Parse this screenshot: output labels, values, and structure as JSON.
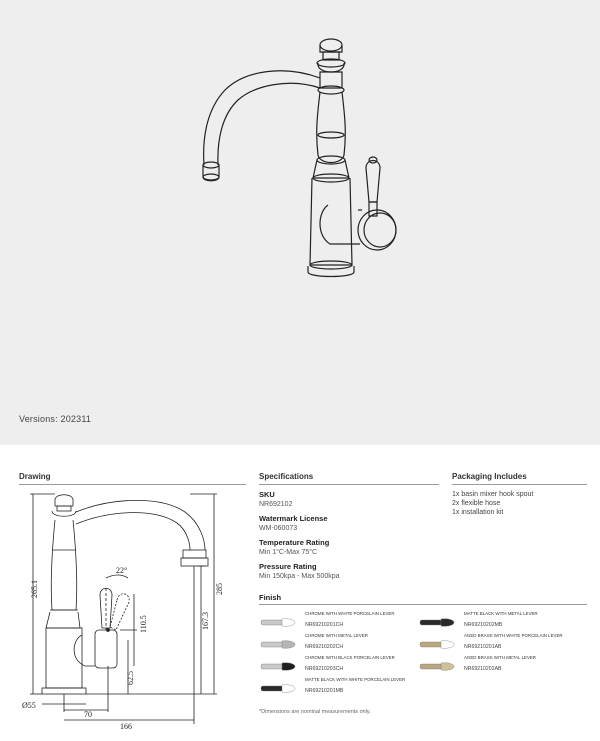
{
  "version_text": "Versions: 202311",
  "sections": {
    "drawing": "Drawing",
    "specifications": "Specifications",
    "packaging": "Packaging Includes",
    "finish": "Finish"
  },
  "specs": [
    {
      "label": "SKU",
      "value": "NR692102"
    },
    {
      "label": "Watermark License",
      "value": "WM-060073"
    },
    {
      "label": "Temperature Rating",
      "value": "Min 1°C-Max 75°C"
    },
    {
      "label": "Pressure Rating",
      "value": "Min 150kpa - Max 500kpa"
    }
  ],
  "packaging": [
    "1x basin mixer hook spout",
    "2x flexible hose",
    "1x installation kit"
  ],
  "finishes": [
    {
      "name": "CHROME WITH WHITE PORCELAIN LEVER",
      "code": "NR69210201CH",
      "body_color": "#c9c9c9",
      "lever_color": "#ffffff"
    },
    {
      "name": "MATTE BLACK WITH METAL LEVER",
      "code": "NR69210202MB",
      "body_color": "#2a2a2a",
      "lever_color": "#2a2a2a"
    },
    {
      "name": "CHROME WITH METAL LEVER",
      "code": "NR69210202CH",
      "body_color": "#c9c9c9",
      "lever_color": "#b5b5b5"
    },
    {
      "name": "AGED BRASS WITH WHITE PORCELAIN LEVER",
      "code": "NR69210201AB",
      "body_color": "#b9a77d",
      "lever_color": "#ffffff"
    },
    {
      "name": "CHROME WITH BLACK PORCELAIN LEVER",
      "code": "NR69210203CH",
      "body_color": "#c9c9c9",
      "lever_color": "#1f1f1f"
    },
    {
      "name": "AGED BRASS WITH METAL LEVER",
      "code": "NR69210202AB",
      "body_color": "#b9a77d",
      "lever_color": "#cfc09a"
    },
    {
      "name": "MATTE BLACK WITH WHITE PORCELAIN LEVER",
      "code": "NR69210201MB",
      "body_color": "#2a2a2a",
      "lever_color": "#ffffff"
    }
  ],
  "dimensions": {
    "overall_height": "265.1",
    "spout_height": "285",
    "outlet_height": "167.3",
    "lever_height": "110.5",
    "base_to_lever": "62.5",
    "lever_angle": "22°",
    "base_diameter": "Ø55",
    "body_offset": "70",
    "reach": "166"
  },
  "note": "*Dimensions are nominal measurements only."
}
